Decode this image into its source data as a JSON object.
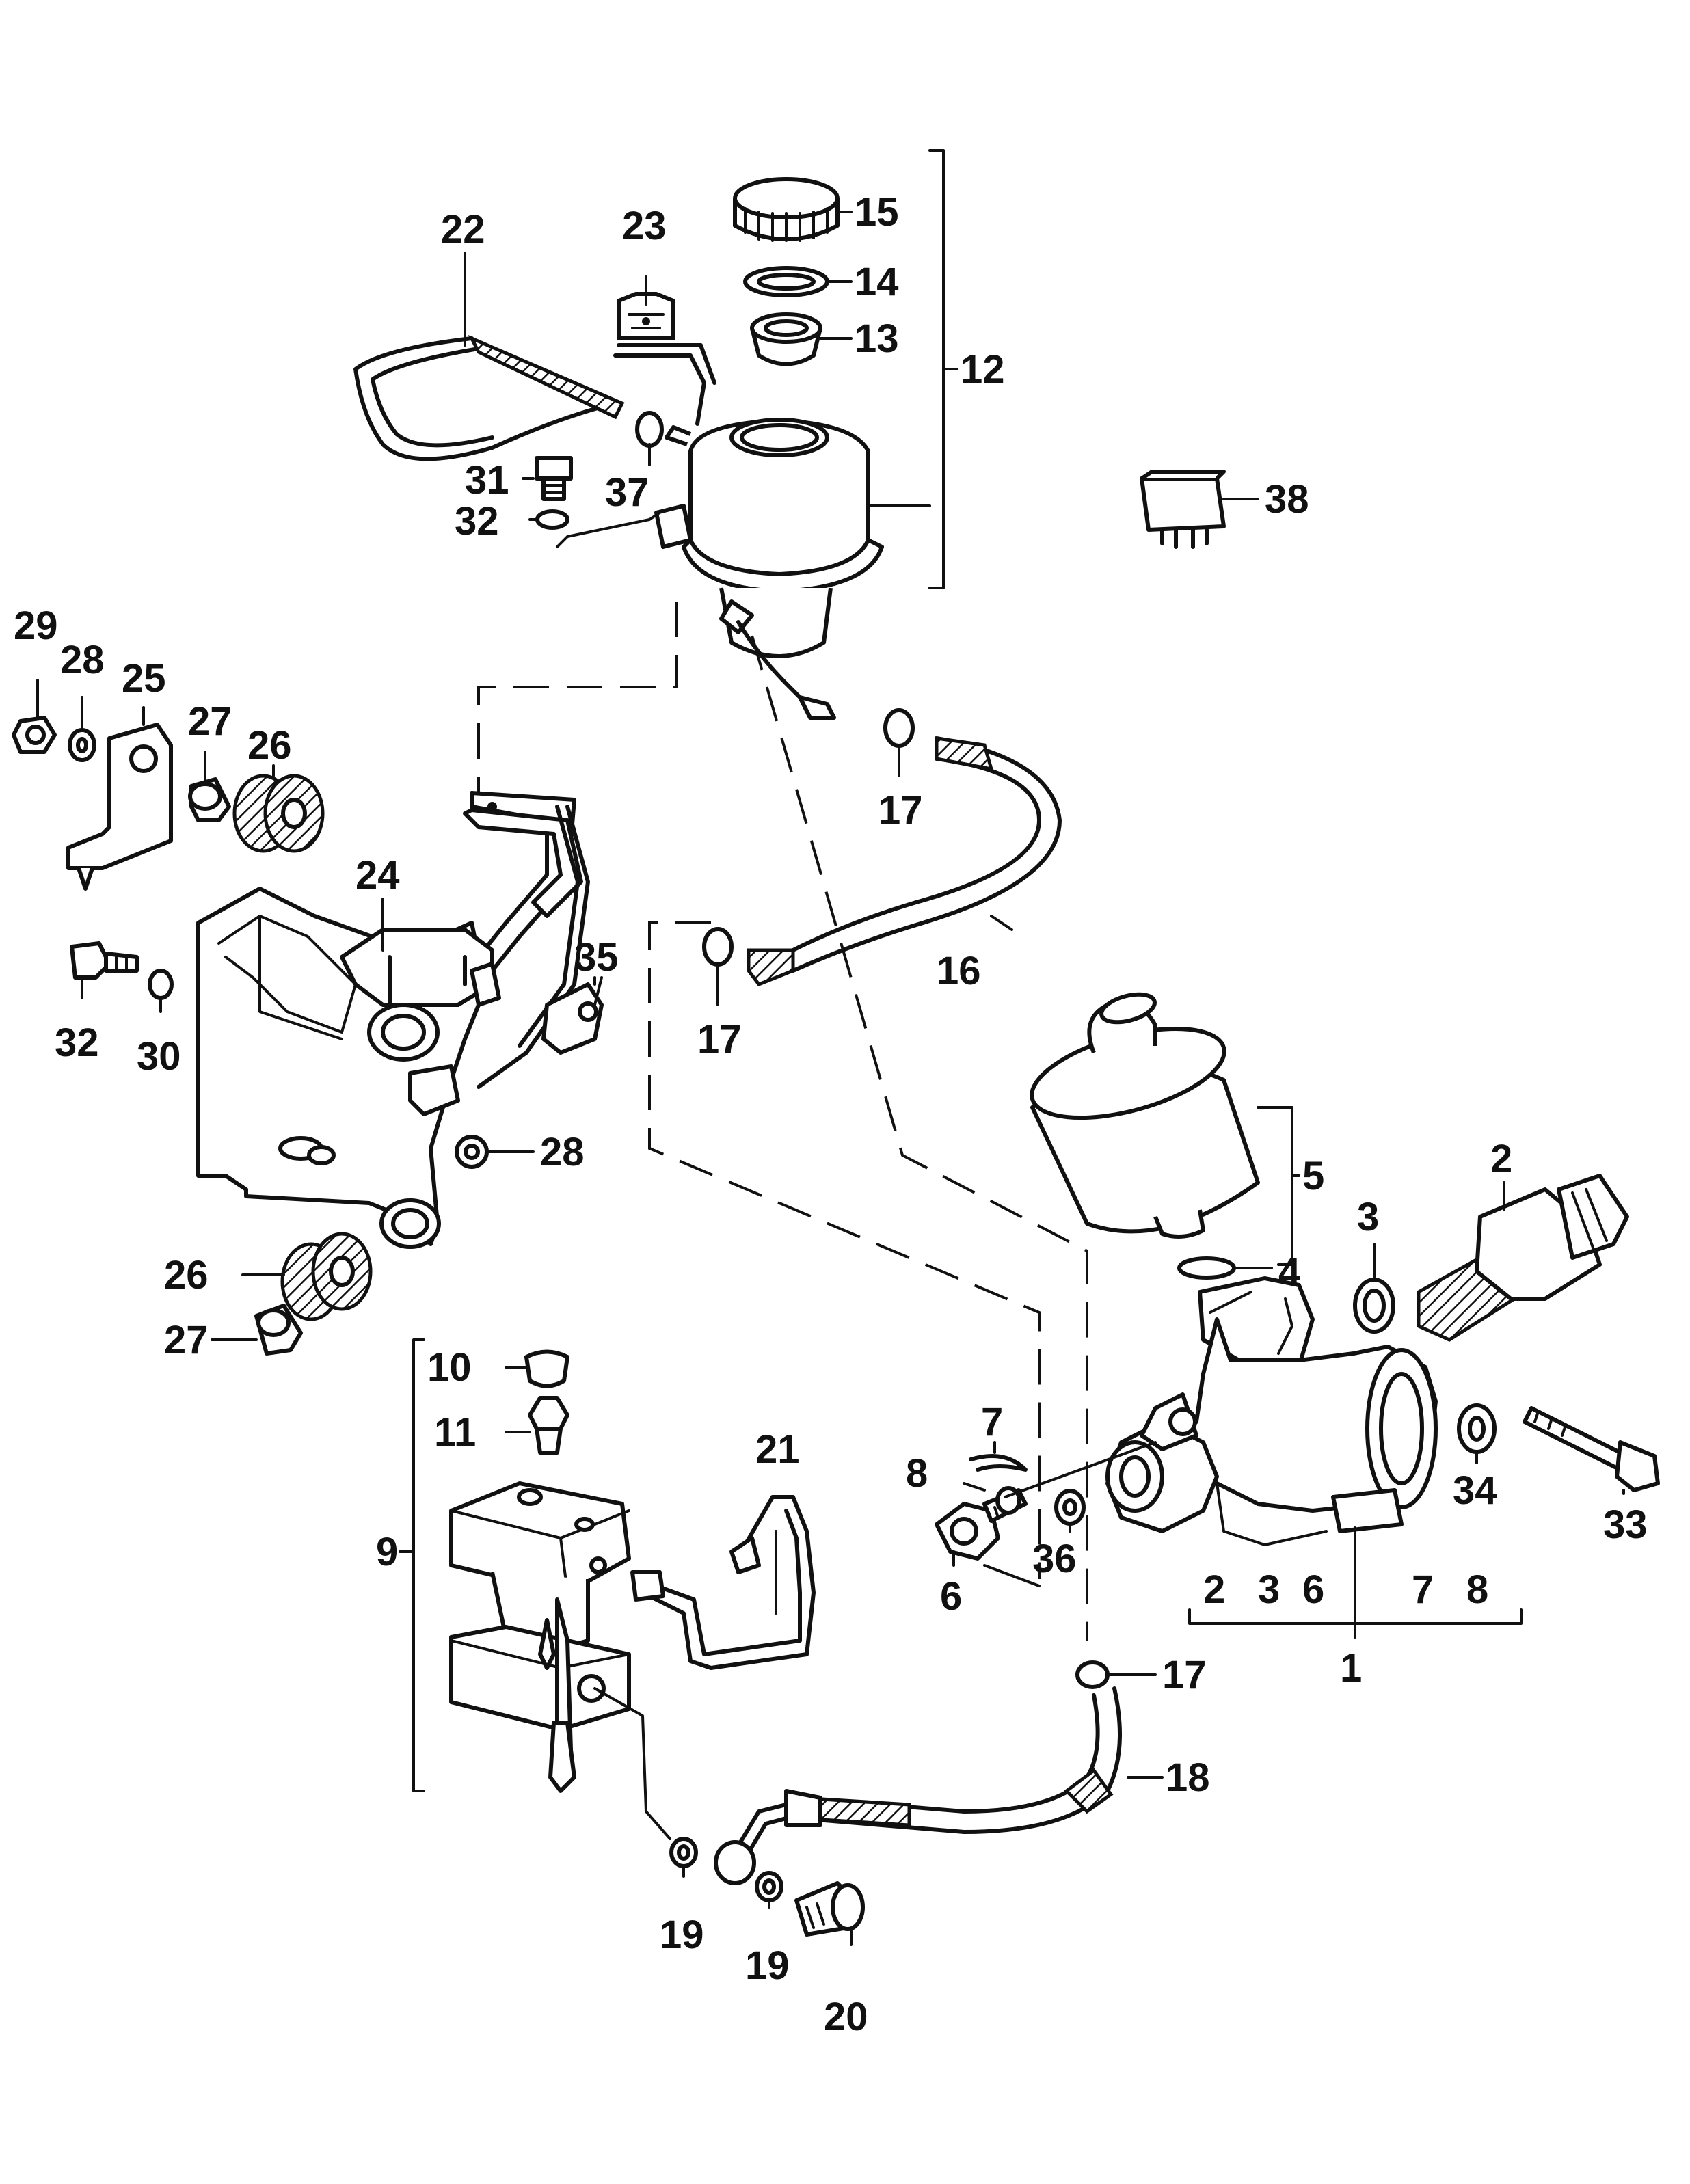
{
  "diagram": {
    "labels": {
      "n1": "1",
      "n2": "2",
      "n3": "3",
      "n4": "4",
      "n5": "5",
      "n6": "6",
      "n7": "7",
      "n8": "8",
      "n9": "9",
      "n10": "10",
      "n11": "11",
      "n12": "12",
      "n13": "13",
      "n14": "14",
      "n15": "15",
      "n16": "16",
      "n17a": "17",
      "n17b": "17",
      "n17c": "17",
      "n18": "18",
      "n19a": "19",
      "n19b": "19",
      "n20": "20",
      "n21": "21",
      "n22": "22",
      "n23": "23",
      "n24": "24",
      "n25": "25",
      "n26a": "26",
      "n26b": "26",
      "n27a": "27",
      "n27b": "27",
      "n28a": "28",
      "n28b": "28",
      "n29": "29",
      "n30": "30",
      "n31": "31",
      "n32a": "32",
      "n32b": "32",
      "n33": "33",
      "n34": "34",
      "n35": "35",
      "n36": "36",
      "n37": "37",
      "n38": "38"
    },
    "subset_row": [
      "2",
      "3",
      "6",
      "7",
      "8"
    ]
  }
}
